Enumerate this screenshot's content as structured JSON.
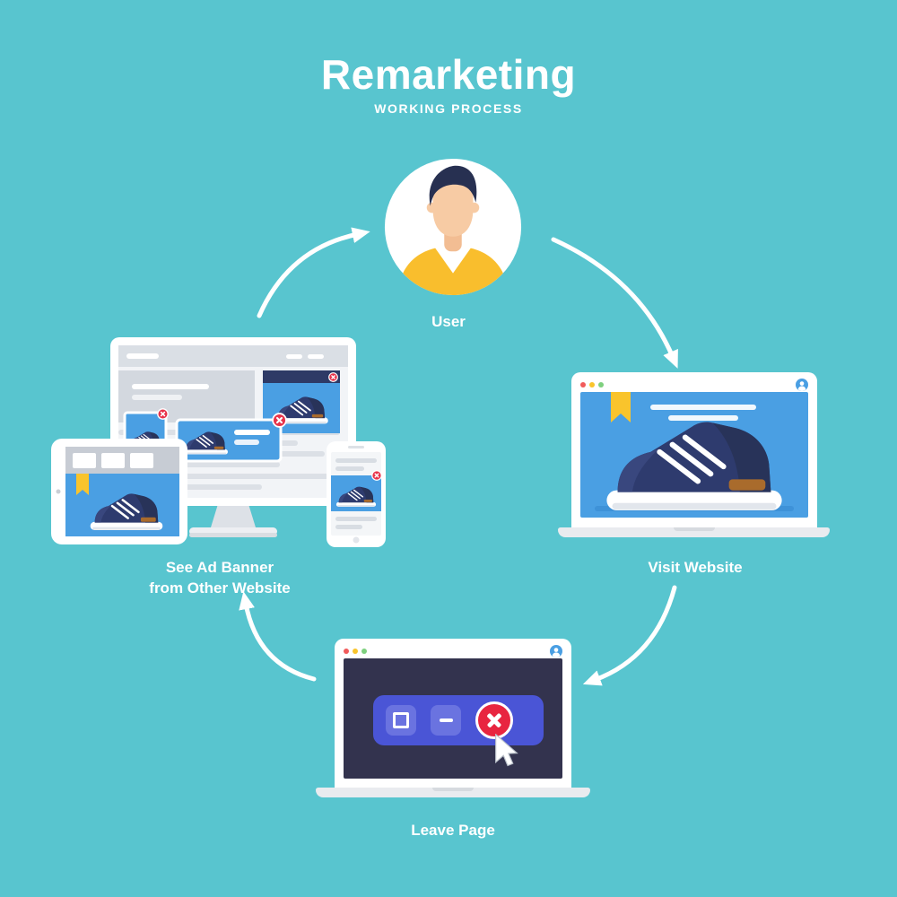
{
  "page": {
    "background": "#58c5cf"
  },
  "header": {
    "title": "Remarketing",
    "subtitle": "WORKING PROCESS"
  },
  "steps": {
    "user": {
      "label": "User"
    },
    "visit_website": {
      "label": "Visit Website"
    },
    "leave_page": {
      "label": "Leave Page"
    },
    "see_ad_banner": {
      "label_line1": "See Ad Banner",
      "label_line2": "from Other Website"
    }
  },
  "flow": {
    "sequence": [
      "User",
      "Visit Website",
      "Leave Page",
      "See Ad Banner from Other Website"
    ]
  },
  "colors": {
    "background": "#58c5cf",
    "white": "#ffffff",
    "ad_blue": "#4a9fe3",
    "shoe_navy": "#2e3b6e",
    "ribbon_yellow": "#f9c42c",
    "close_red": "#e8334a",
    "sweater_yellow": "#f9be2d",
    "skin": "#f7cba4",
    "hair_navy": "#273051",
    "dark_screen": "#33334e",
    "window_pill_blue": "#4a55d6",
    "window_button_blue": "#6a73e0",
    "device_gray": "#dadfe5"
  },
  "icons": {
    "user_avatar": "person-bust",
    "browser_profile": "user-circle",
    "browser_dots": [
      "red",
      "yellow",
      "green"
    ],
    "ad_close": "x-circle",
    "maximize_button": "square-outline",
    "minimize_button": "minus",
    "close_button": "x-circle",
    "cursor": "mouse-pointer",
    "bookmark": "ribbon-bookmark"
  }
}
